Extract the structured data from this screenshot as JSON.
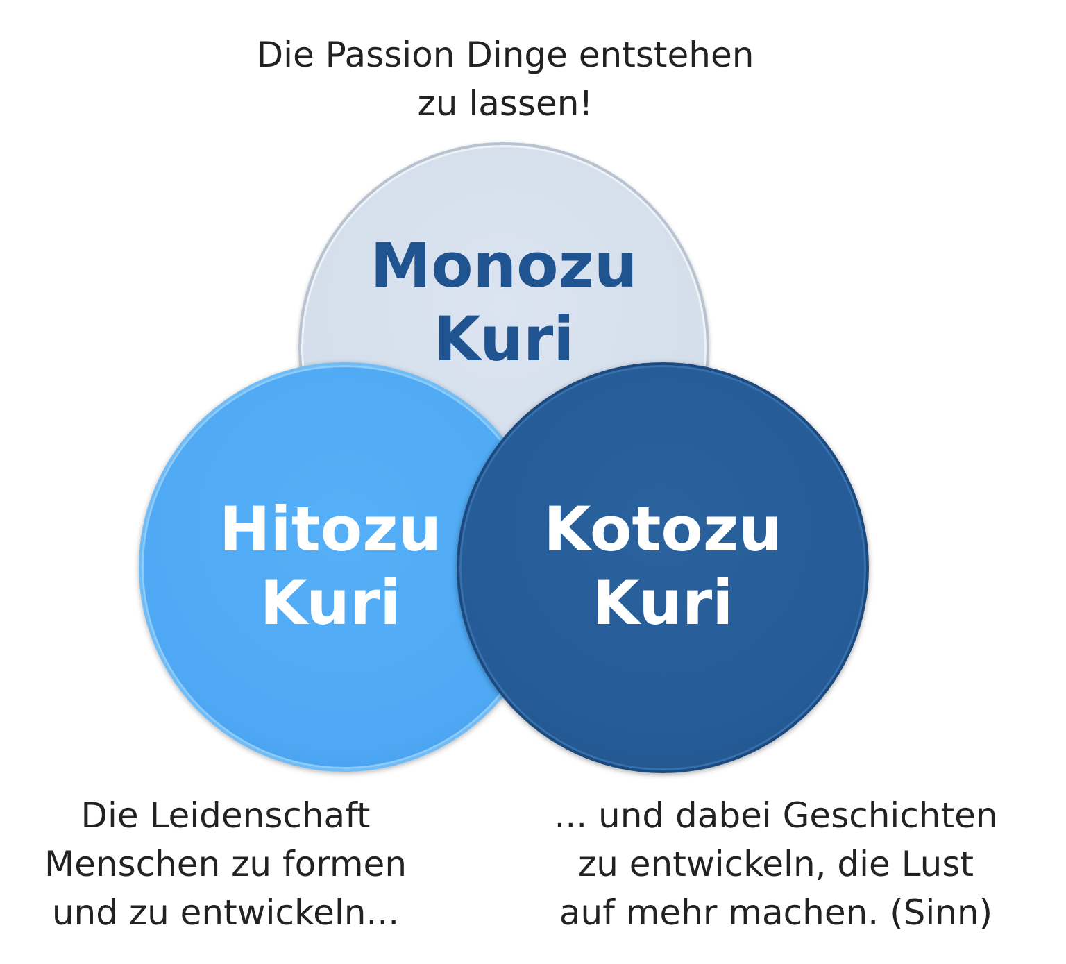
{
  "top_caption": {
    "line1": "Die Passion Dinge entstehen",
    "line2": "zu lassen!"
  },
  "circles": {
    "monozu": {
      "line1": "Monozu",
      "line2": "Kuri",
      "color": "#d4deeb",
      "text_color": "#1f5490"
    },
    "hitozu": {
      "line1": "Hitozu",
      "line2": "Kuri",
      "color": "#4ea8f3",
      "text_color": "#ffffff"
    },
    "kotozu": {
      "line1": "Kotozu",
      "line2": "Kuri",
      "color": "#255b96",
      "text_color": "#ffffff"
    }
  },
  "bottom_left_caption": {
    "line1": "Die Leidenschaft",
    "line2": "Menschen zu formen",
    "line3": "und zu entwickeln..."
  },
  "bottom_right_caption": {
    "line1": "... und dabei Geschichten",
    "line2": "zu entwickeln, die Lust",
    "line3": "auf mehr machen. (Sinn)"
  }
}
